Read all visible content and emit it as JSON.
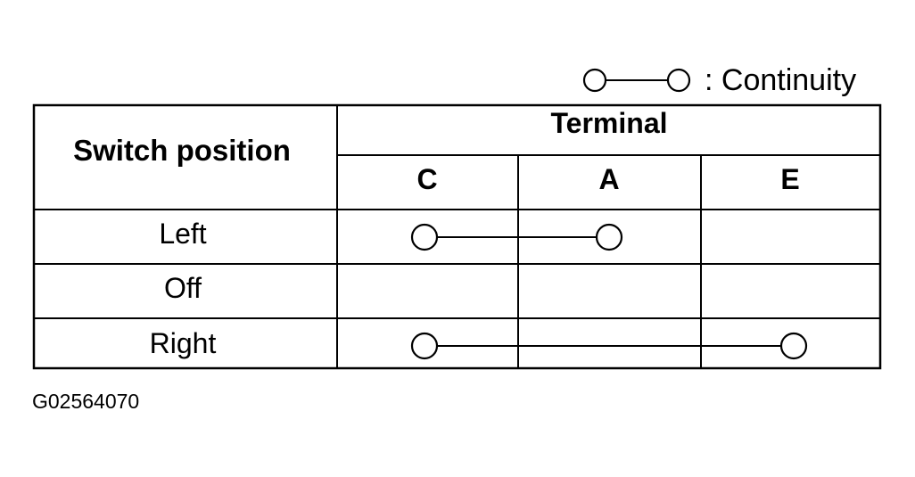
{
  "legend": {
    "symbol": "continuity-symbol",
    "text": ": Continuity"
  },
  "table": {
    "row_header": "Switch position",
    "group_header": "Terminal",
    "terminals": [
      "C",
      "A",
      "E"
    ],
    "rows": [
      {
        "position": "Left",
        "continuity": [
          "C",
          "A"
        ]
      },
      {
        "position": "Off",
        "continuity": []
      },
      {
        "position": "Right",
        "continuity": [
          "C",
          "E"
        ]
      }
    ]
  },
  "figure_code": "G02564070"
}
